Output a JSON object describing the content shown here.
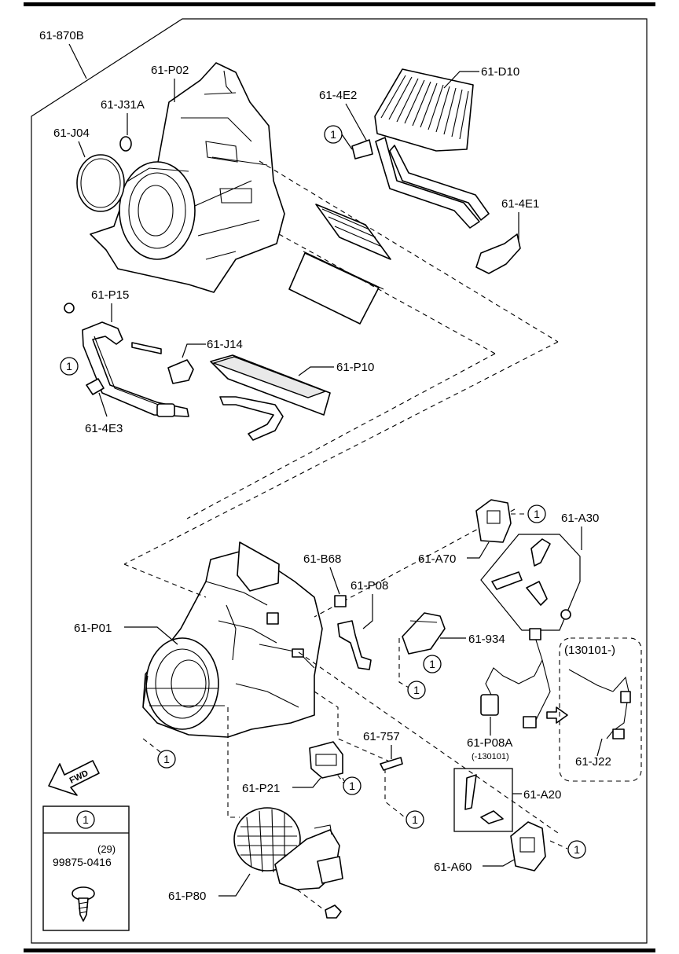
{
  "labels": {
    "l_870b": "61-870B",
    "l_p02": "61-P02",
    "l_j31a": "61-J31A",
    "l_j04": "61-J04",
    "l_4e2": "61-4E2",
    "l_d10": "61-D10",
    "l_4e1": "61-4E1",
    "l_p15": "61-P15",
    "l_j14": "61-J14",
    "l_p10": "61-P10",
    "l_4e3": "61-4E3",
    "l_a30": "61-A30",
    "l_a70": "61-A70",
    "l_b68": "61-B68",
    "l_p08": "61-P08",
    "l_p01": "61-P01",
    "l_934": "61-934",
    "l_130101": "(130101-)",
    "l_p08a": "61-P08A",
    "l_p08a_sub": "(-130101)",
    "l_j22": "61-J22",
    "l_757": "61-757",
    "l_a20": "61-A20",
    "l_p21": "61-P21",
    "l_a60": "61-A60",
    "l_p80": "61-P80",
    "fwd": "FWD"
  },
  "callout_ref": "1",
  "legend": {
    "ref": "1",
    "qty": "(29)",
    "part_number": "99875-0416"
  },
  "colors": {
    "line": "#000000",
    "background": "#ffffff"
  }
}
